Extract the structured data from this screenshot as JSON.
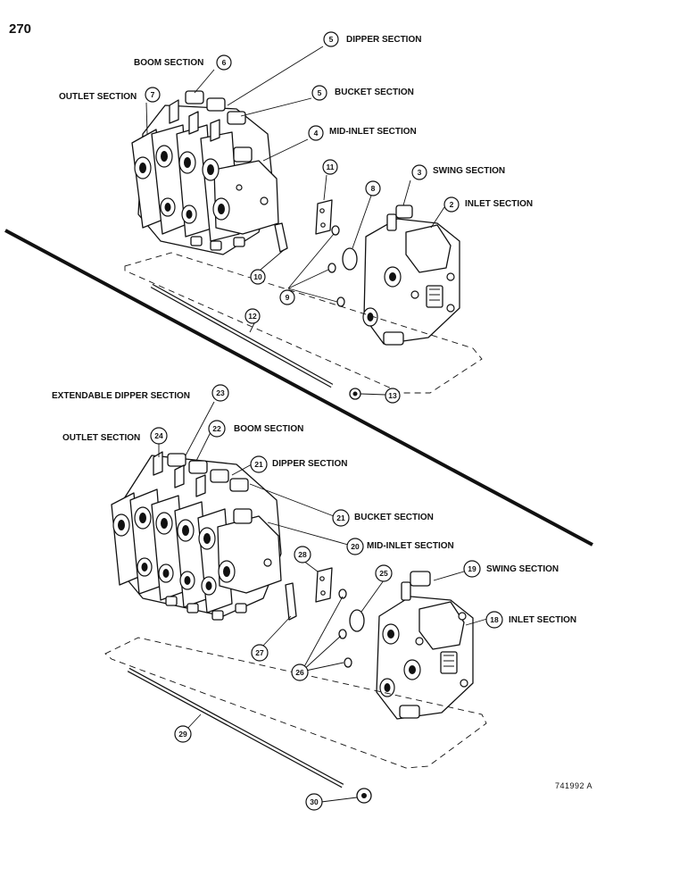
{
  "page_number": "270",
  "figure_code": "741992  A",
  "upper_assembly": {
    "labels": [
      {
        "num": "5",
        "text": "DIPPER SECTION"
      },
      {
        "num": "6",
        "text": "BOOM SECTION"
      },
      {
        "num": "7",
        "text": "OUTLET SECTION"
      },
      {
        "num": "5",
        "text": "BUCKET SECTION"
      },
      {
        "num": "4",
        "text": "MID-INLET SECTION"
      },
      {
        "num": "3",
        "text": "SWING SECTION"
      },
      {
        "num": "2",
        "text": "INLET SECTION"
      }
    ],
    "callouts": [
      "11",
      "8",
      "10",
      "9",
      "12",
      "13"
    ]
  },
  "lower_assembly": {
    "labels": [
      {
        "num": "23",
        "text": "EXTENDABLE DIPPER SECTION"
      },
      {
        "num": "22",
        "text": "BOOM SECTION"
      },
      {
        "num": "24",
        "text": "OUTLET SECTION"
      },
      {
        "num": "21",
        "text": "DIPPER SECTION"
      },
      {
        "num": "21",
        "text": "BUCKET SECTION"
      },
      {
        "num": "20",
        "text": "MID-INLET SECTION"
      },
      {
        "num": "19",
        "text": "SWING SECTION"
      },
      {
        "num": "18",
        "text": "INLET SECTION"
      }
    ],
    "callouts": [
      "28",
      "25",
      "27",
      "26",
      "29",
      "30"
    ]
  }
}
